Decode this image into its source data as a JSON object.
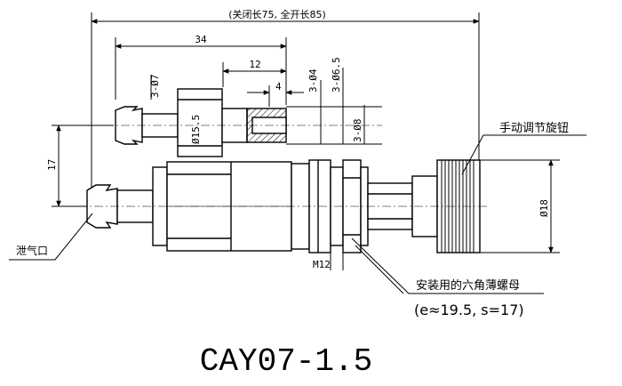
{
  "drawing": {
    "overall_dim": "(关闭长75, 全开长85)",
    "dim_34": "34",
    "dim_12": "12",
    "dim_4": "4",
    "dim_3phi7": "3-Ø7",
    "dim_3phi4": "3-Ø4",
    "dim_3phi65": "3-Ø6.5",
    "dim_3phi8": "3-Ø8",
    "dim_phi155": "Ø15.5",
    "dim_17": "17",
    "dim_phi18": "Ø18",
    "dim_m12": "M12",
    "label_knob": "手动调节旋钮",
    "label_vent": "泄气口",
    "label_nut": "安装用的六角薄螺母",
    "label_nut_spec": "(e≈19.5, s=17)",
    "model": "CAY07-1.5"
  }
}
